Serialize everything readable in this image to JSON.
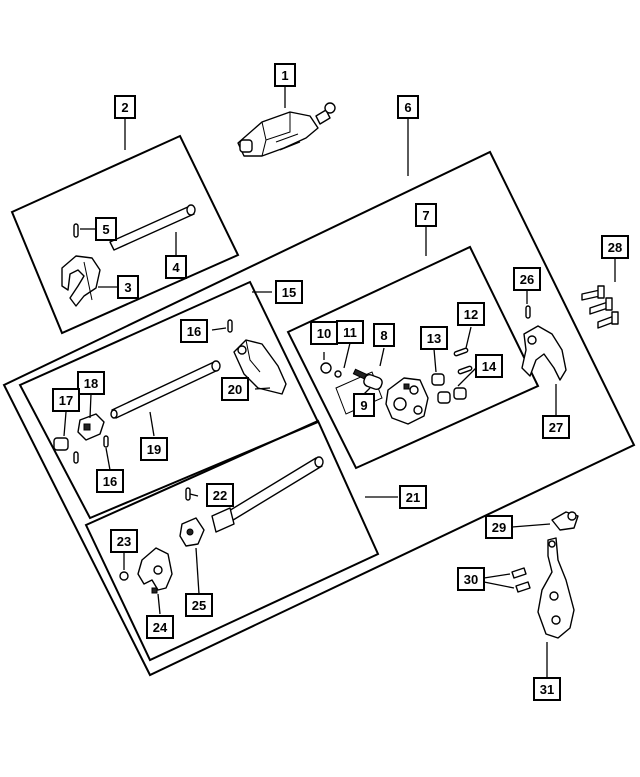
{
  "callouts": {
    "c1": "1",
    "c2": "2",
    "c3": "3",
    "c4": "4",
    "c5": "5",
    "c6": "6",
    "c7": "7",
    "c8": "8",
    "c9": "9",
    "c10": "10",
    "c11": "11",
    "c12": "12",
    "c13": "13",
    "c14": "14",
    "c15": "15",
    "c16a": "16",
    "c16b": "16",
    "c17": "17",
    "c18": "18",
    "c19": "19",
    "c20": "20",
    "c21": "21",
    "c22": "22",
    "c23": "23",
    "c24": "24",
    "c25": "25",
    "c26": "26",
    "c27": "27",
    "c28": "28",
    "c29": "29",
    "c30": "30",
    "c31": "31"
  }
}
